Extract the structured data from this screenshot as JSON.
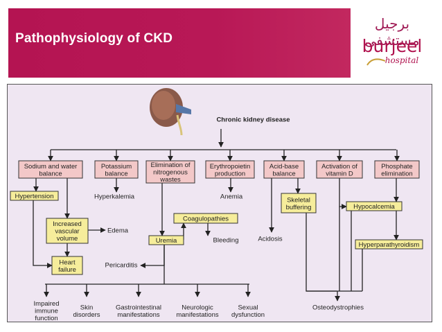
{
  "slide": {
    "title": "Pathophysiology of CKD"
  },
  "logo": {
    "arabic_small": "مستشفى",
    "arabic_large": "برجيل",
    "word": "burjeel",
    "sub": "hospital"
  },
  "colors": {
    "banner": "#b0124e",
    "background": "#efe6f2",
    "pink_box": "#f3c8c8",
    "yellow_box": "#f6ed9b"
  },
  "diagram": {
    "root": "Chronic kidney disease",
    "categories": [
      [
        "Sodium and water",
        "balance"
      ],
      [
        "Potassium",
        "balance"
      ],
      [
        "Elimination of",
        "nitrogenous",
        "wastes"
      ],
      [
        "Erythropoietin",
        "production"
      ],
      [
        "Acid-base",
        "balance"
      ],
      [
        "Activation of",
        "vitamin D"
      ],
      [
        "Phosphate",
        "elimination"
      ]
    ],
    "yellow_boxes": {
      "hypertension": [
        "Hypertension"
      ],
      "increased_volume": [
        "Increased",
        "vascular",
        "volume"
      ],
      "heart_failure": [
        "Heart",
        "failure"
      ],
      "coagulopathies": [
        "Coagulopathies"
      ],
      "uremia": [
        "Uremia"
      ],
      "skeletal_buffering": [
        "Skeletal",
        "buffering"
      ],
      "hypocalcemia": [
        "Hypocalcemia"
      ],
      "hyperparathyroidism": [
        "Hyperparathyroidism"
      ]
    },
    "plain_labels": {
      "hyperkalemia": [
        "Hyperkalemia"
      ],
      "anemia": [
        "Anemia"
      ],
      "edema": [
        "Edema"
      ],
      "bleeding": [
        "Bleeding"
      ],
      "acidosis": [
        "Acidosis"
      ],
      "pericarditis": [
        "Pericarditis"
      ],
      "osteodystrophies": [
        "Osteodystrophies"
      ]
    },
    "bottom": [
      [
        "Impaired",
        "immune",
        "function"
      ],
      [
        "Skin",
        "disorders"
      ],
      [
        "Gastrointestinal",
        "manifestations"
      ],
      [
        "Neurologic",
        "manifestations"
      ],
      [
        "Sexual",
        "dysfunction"
      ]
    ]
  }
}
